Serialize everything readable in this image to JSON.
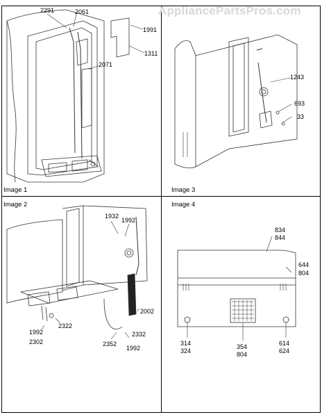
{
  "watermark": "AppliancePartsPros.com",
  "panels": {
    "image1": {
      "caption": "Image 1",
      "callouts": {
        "c2291": "2291",
        "c2061": "2061",
        "c1991": "1991",
        "c1311": "1311",
        "c2071": "2071"
      }
    },
    "image3": {
      "caption": "Image 3",
      "callouts": {
        "c1243": "1243",
        "c693": "693",
        "c33": "33"
      }
    },
    "image2": {
      "caption": "Image 2",
      "callouts": {
        "c1932": "1932",
        "c1992a": "1992",
        "c2002": "2002",
        "c2332": "2332",
        "c1992b": "1992",
        "c2352": "2352",
        "c1992c": "1992",
        "c2302": "2302",
        "c2322": "2322"
      }
    },
    "image4": {
      "caption": "Image 4",
      "callouts": {
        "c834": "834",
        "c844": "844",
        "c644": "644",
        "c804a": "804",
        "c314": "314",
        "c324": "324",
        "c354": "354",
        "c804b": "804",
        "c614": "614",
        "c624": "624"
      }
    }
  }
}
